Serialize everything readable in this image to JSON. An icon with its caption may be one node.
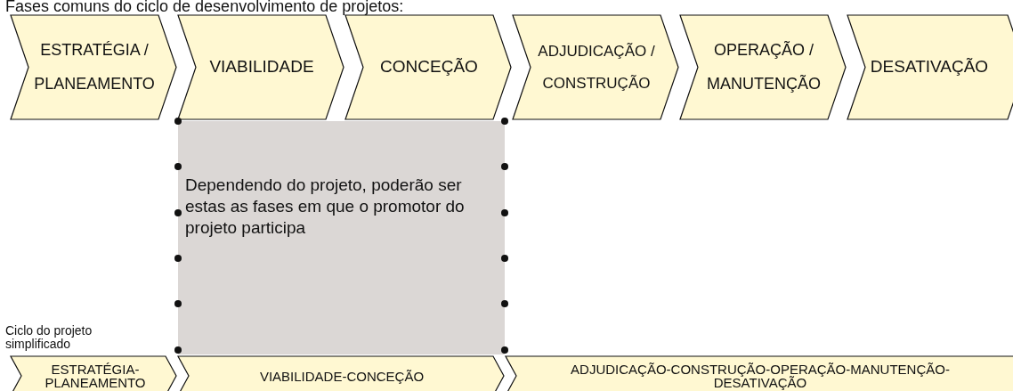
{
  "diagram": {
    "title": "Fases comuns do ciclo de desenvolvimento de projetos:",
    "nodes": [
      {
        "text": [
          "ESTRATÉGIA / PLANEAMENTO"
        ]
      },
      {
        "text": [
          "VIABILIDADE"
        ]
      },
      {
        "text": [
          "CONCEÇÃO"
        ]
      },
      {
        "text": [
          "ADJUDICAÇÃO / CONSTRUÇÃO"
        ]
      },
      {
        "text": [
          "OPERAÇÃO / MANUTENÇÃO"
        ]
      },
      {
        "text": [
          "DESATIVAÇÃO"
        ]
      },
      {
        "text": [
          "Dependendo do projeto, poderão ser estas as fases em que o promotor do projeto participa"
        ]
      },
      {
        "text": [
          "ESTRATÉGIA-PLANEAMENTO"
        ]
      },
      {
        "text": [
          "VIABILIDADE-CONCEÇÃO"
        ]
      },
      {
        "text": [
          "ADJUDICAÇÃO-CONSTRUÇÃO-OPERAÇÃO-MANUTENÇÃO-DESATIVAÇÃO"
        ]
      }
    ],
    "edges": [],
    "labels": [
      "Ciclo do projeto simplificado"
    ]
  }
}
